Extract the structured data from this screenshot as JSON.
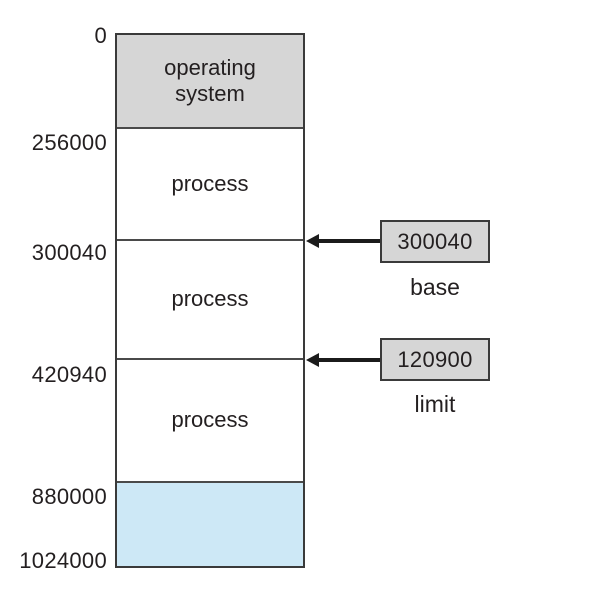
{
  "memory_map": {
    "segments": [
      {
        "name": "operating-system",
        "label": "operating\nsystem",
        "fill": "#d6d6d6"
      },
      {
        "name": "process-1",
        "label": "process",
        "fill": "#ffffff"
      },
      {
        "name": "process-2",
        "label": "process",
        "fill": "#ffffff"
      },
      {
        "name": "process-3",
        "label": "process",
        "fill": "#ffffff"
      },
      {
        "name": "free-space",
        "label": "",
        "fill": "#cde8f6"
      }
    ],
    "addresses": [
      "0",
      "256000",
      "300040",
      "420940",
      "880000",
      "1024000"
    ]
  },
  "registers": {
    "base": {
      "value": "300040",
      "label": "base",
      "fill": "#d6d6d6"
    },
    "limit": {
      "value": "120900",
      "label": "limit",
      "fill": "#d6d6d6"
    }
  },
  "colors": {
    "border": "#3a3a3a",
    "text": "#231f20",
    "arrow": "#1b1b1b",
    "os_fill": "#d6d6d6",
    "free_fill": "#cde8f6",
    "register_fill": "#d6d6d6"
  }
}
